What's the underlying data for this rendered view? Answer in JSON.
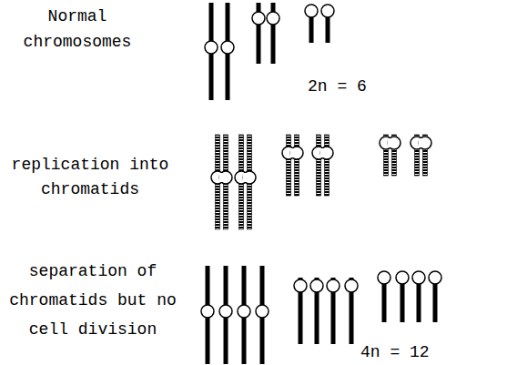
{
  "diagram": {
    "labels": [
      "Normal chromosomes",
      "2n = 6",
      "replication into chromatids",
      "separation of chromatids but no cell division",
      "4n = 12"
    ]
  }
}
